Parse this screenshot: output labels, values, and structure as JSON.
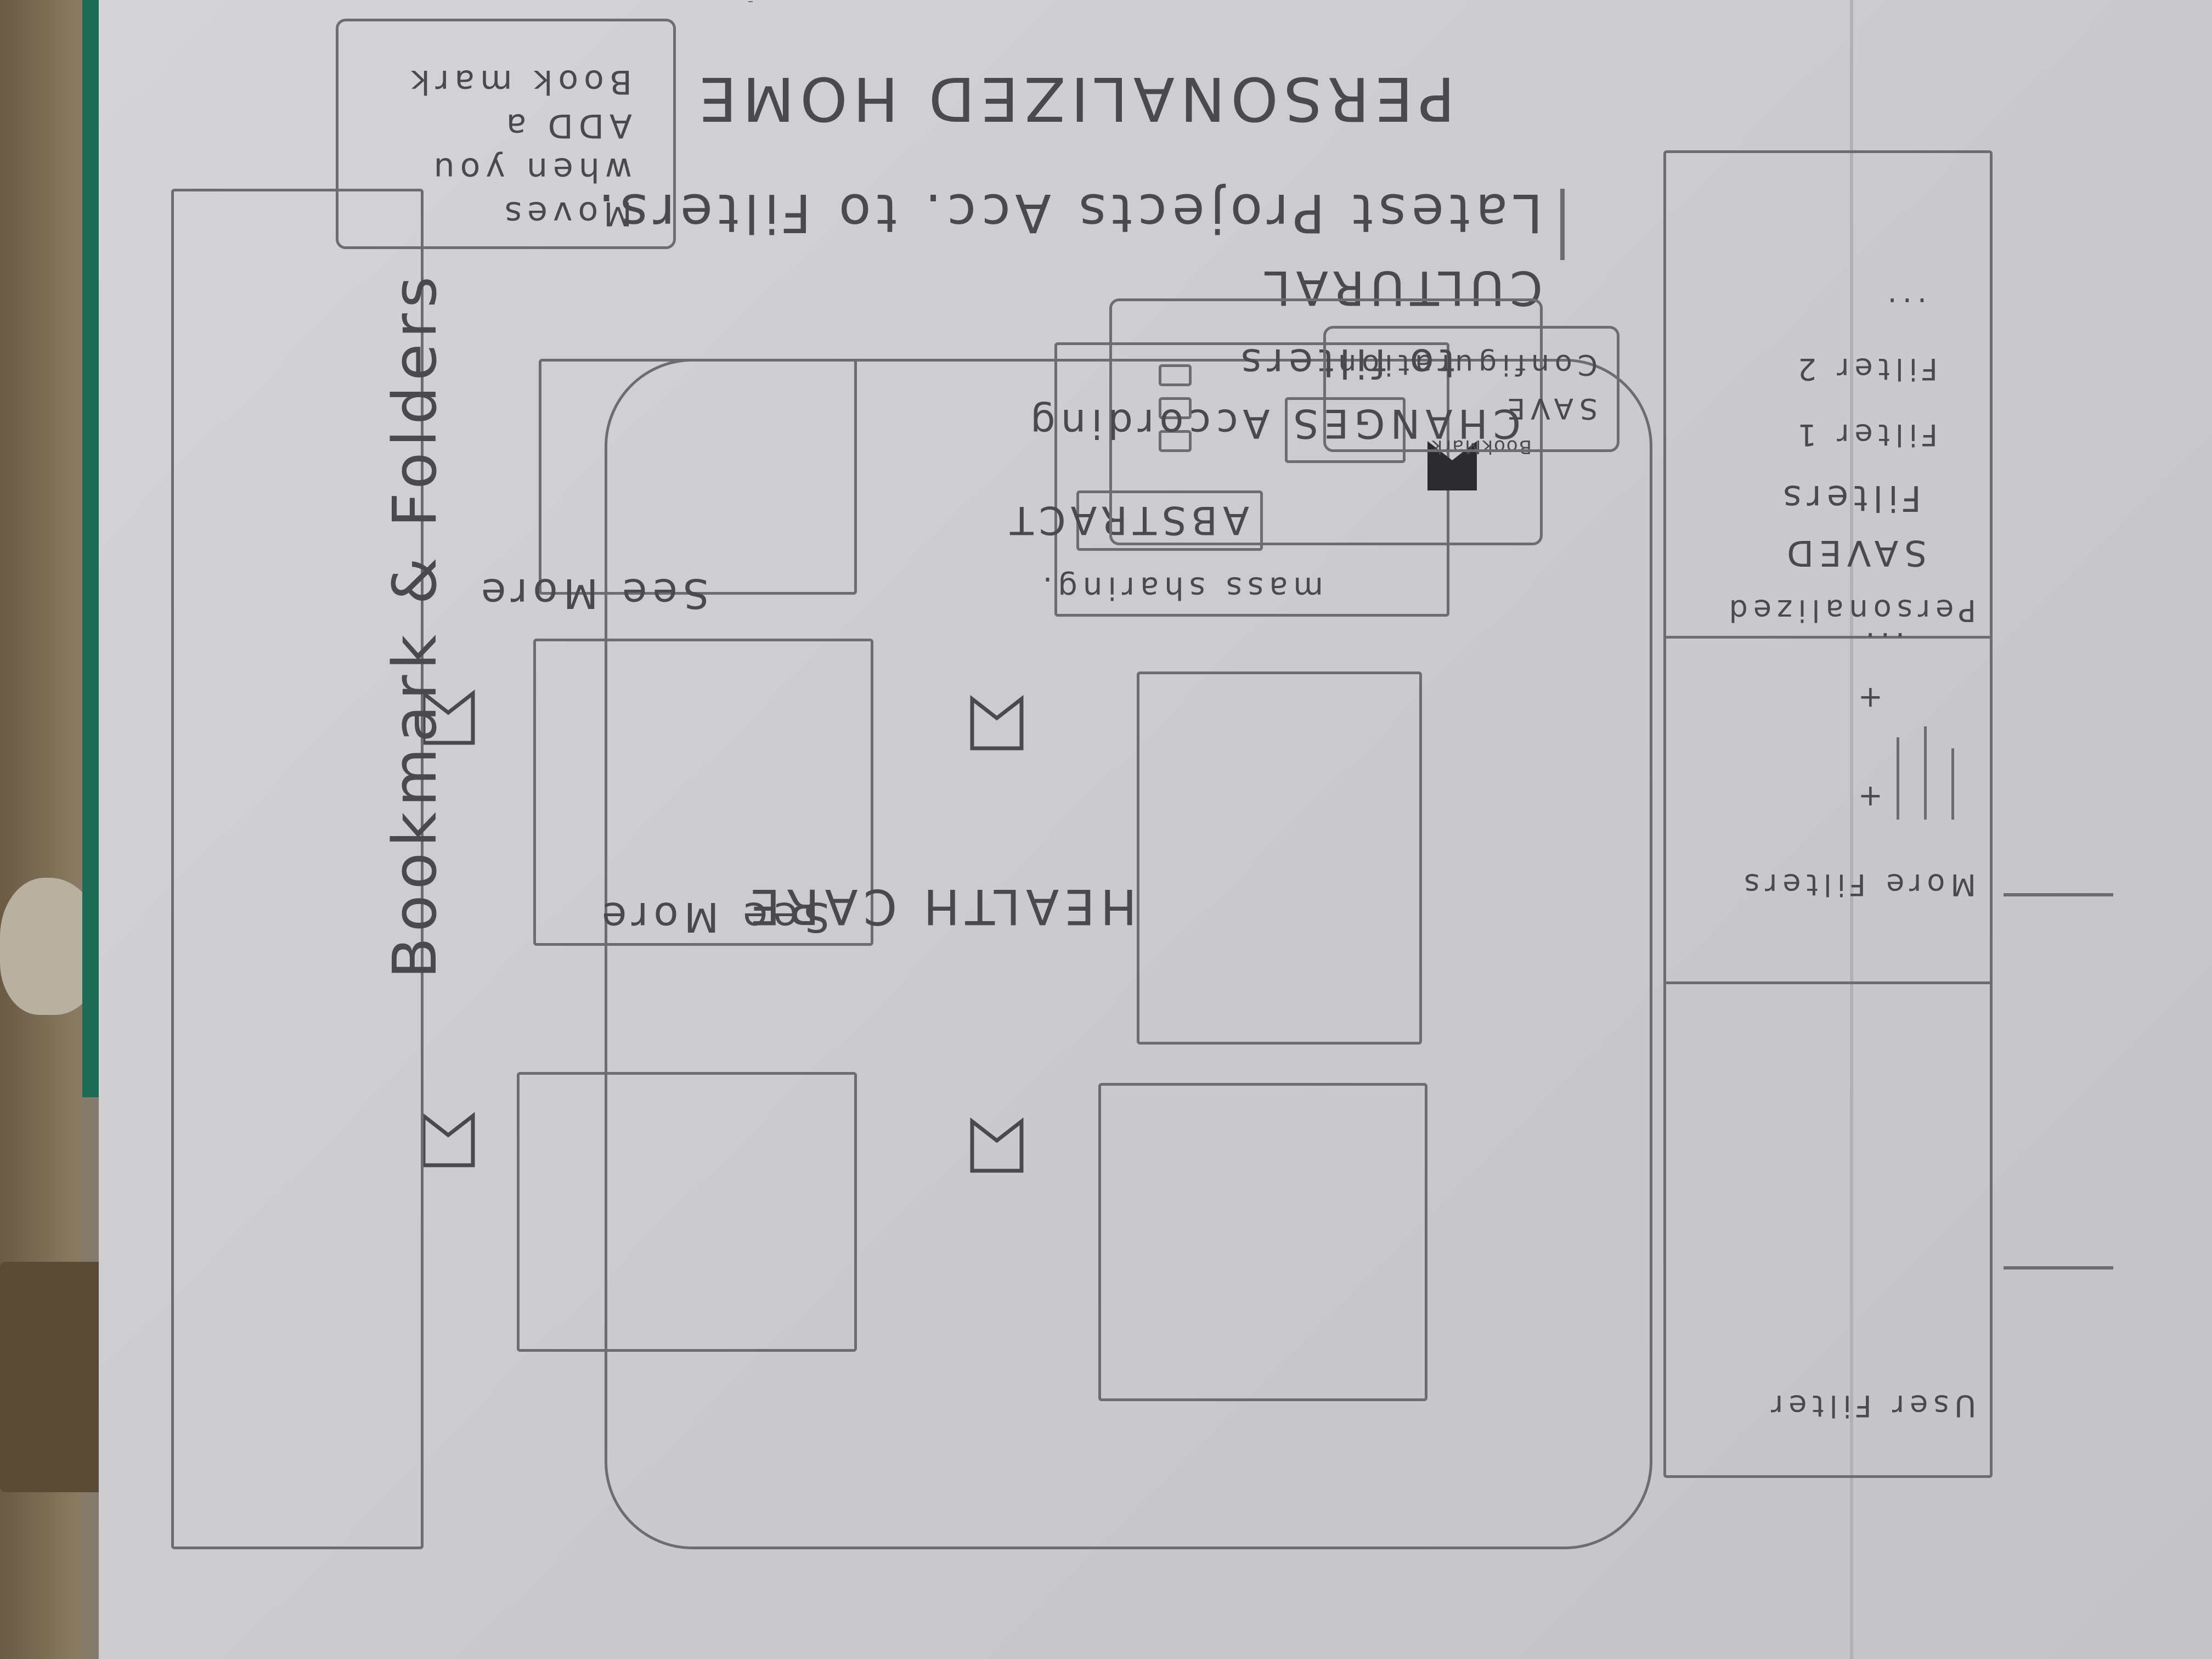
{
  "page": {
    "title": "PERSONALIZED HOME",
    "subtitle_line1": "Latest Projects Acc. to Filters.",
    "section_cultural": "CULTURAL",
    "section_health": "HEALTH CARE",
    "see_more_1": "See More",
    "see_more_2": "See More"
  },
  "featured_card": {
    "abstract_label": "ABSTRACT",
    "tag": "mass sharing.",
    "bookmark_label": "BookMark"
  },
  "notes": {
    "changes_note_1": "CHANGES According",
    "changes_note_2": "to filters",
    "moves_note_1": "Moves",
    "moves_note_2": "when you",
    "moves_note_3": "ADD a",
    "moves_note_4": "Book mark"
  },
  "bookmark_panel": {
    "title": "Bookmark & Folders"
  },
  "filter_panel": {
    "user_filter": "User Filter",
    "more_filters": "More Filters",
    "personalized": "Personalized",
    "saved": "SAVED",
    "filters": "Filters",
    "filter_1": "Filter 1",
    "filter_2": "Filter 2",
    "ellipsis": "...",
    "save_config_1": "SAVE",
    "save_config_2": "Configuration"
  },
  "icons": [
    "bookmark-icon",
    "plus-icon",
    "arrow-icon",
    "list-icon"
  ]
}
